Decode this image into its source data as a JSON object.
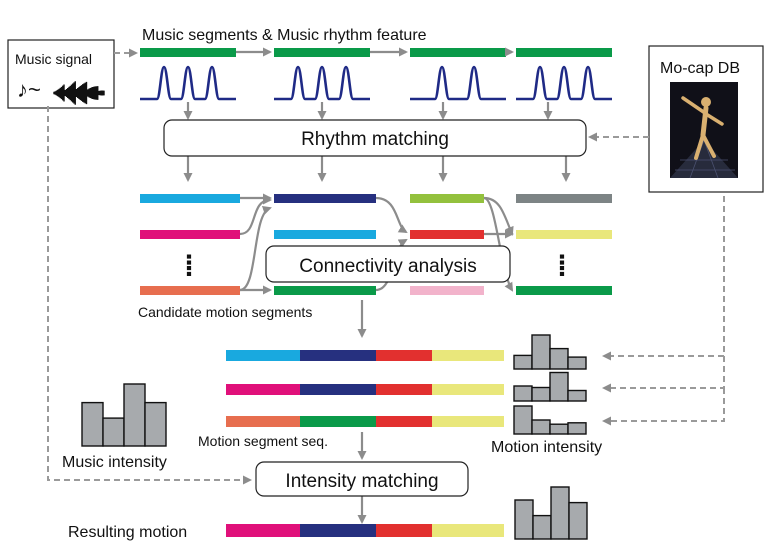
{
  "labels": {
    "top_title": "Music segments & Music rhythm feature",
    "music_signal": "Music signal",
    "music_note_glyph": "♪~",
    "mocap_db": "Mo-cap DB",
    "rhythm_matching": "Rhythm matching",
    "connectivity_analysis": "Connectivity analysis",
    "candidate_segments": "Candidate motion segments",
    "motion_segment_seq": "Motion segment seq.",
    "motion_intensity": "Motion intensity",
    "music_intensity": "Music intensity",
    "intensity_matching": "Intensity matching",
    "resulting_motion": "Resulting motion",
    "ellipsis_glyph": "⁞"
  },
  "colors": {
    "green": "#0a9a49",
    "navy": "#26307f",
    "cyan": "#19a9df",
    "magenta": "#e0107a",
    "salmon": "#e76e4f",
    "lime": "#93c13d",
    "red": "#e2302f",
    "pink": "#f2b3cb",
    "gray": "#7d8485",
    "yellow": "#e9e77b"
  },
  "music_segments": [
    {
      "color": "green",
      "pulses": 3
    },
    {
      "color": "green",
      "pulses": 3
    },
    {
      "color": "green",
      "pulses": 2
    },
    {
      "color": "green",
      "pulses": 3
    }
  ],
  "candidate_columns": [
    [
      "cyan",
      "magenta",
      "salmon"
    ],
    [
      "navy",
      "cyan",
      "green"
    ],
    [
      "lime",
      "red",
      "pink"
    ],
    [
      "gray",
      "yellow",
      "green"
    ]
  ],
  "sequences": [
    [
      "cyan",
      "navy",
      "red",
      "yellow"
    ],
    [
      "magenta",
      "navy",
      "red",
      "yellow"
    ],
    [
      "salmon",
      "green",
      "red",
      "yellow"
    ]
  ],
  "resulting_sequence": [
    "magenta",
    "navy",
    "red",
    "yellow"
  ],
  "motion_intensity_histograms": [
    [
      0.4,
      1.0,
      0.6,
      0.35
    ],
    [
      0.5,
      0.45,
      0.95,
      0.35
    ],
    [
      1.0,
      0.5,
      0.35,
      0.4
    ]
  ],
  "music_intensity_histogram": [
    0.7,
    0.45,
    1.0,
    0.7
  ],
  "resulting_histogram": [
    0.75,
    0.45,
    1.0,
    0.7
  ]
}
